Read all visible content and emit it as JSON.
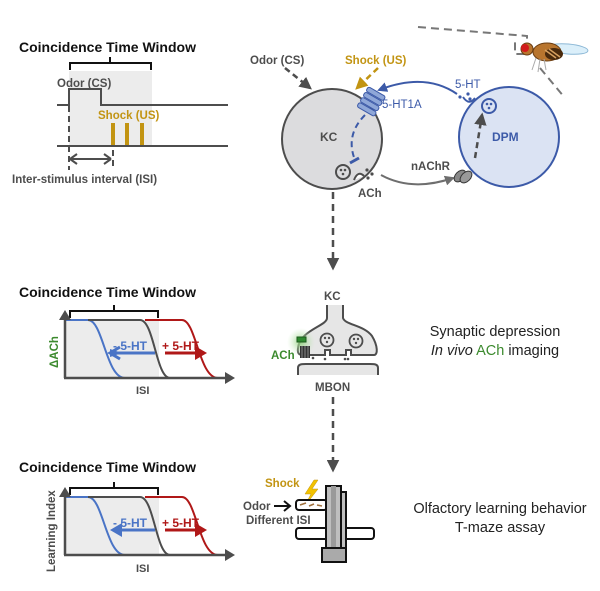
{
  "colors": {
    "gray_dark": "#4d4d4d",
    "gray_fill": "#dcdcde",
    "window_fill": "#ececec",
    "shock_gold": "#c29412",
    "blue": "#3c5aa8",
    "blue_light": "#dbe3f3",
    "blue_curve": "#4a74c6",
    "red": "#b01818",
    "green": "#3c8a2e",
    "black": "#111111"
  },
  "panel_top": {
    "title": "Coincidence Time Window",
    "odor_label": "Odor (CS)",
    "shock_label": "Shock (US)",
    "isi_label": "Inter-stimulus interval (ISI)"
  },
  "circuit": {
    "odor_label": "Odor (CS)",
    "shock_label": "Shock (US)",
    "kc_label": "KC",
    "dpm_label": "DPM",
    "receptor_label": "5-HT1A",
    "serotonin_label": "5-HT",
    "nachr_label": "nAChR",
    "ach_label": "ACh"
  },
  "panel_mid": {
    "title": "Coincidence Time Window",
    "ylabel": "ΔACh",
    "xlabel": "ISI",
    "minus_label": "- 5-HT",
    "plus_label": "+ 5-HT"
  },
  "synapse": {
    "kc_label": "KC",
    "mbon_label": "MBON",
    "ach_label": "ACh"
  },
  "mid_description": {
    "line1": "Synaptic depression",
    "line2_italic": "In vivo",
    "line2_green": "ACh",
    "line2_rest": "imaging"
  },
  "panel_bottom": {
    "title": "Coincidence Time Window",
    "ylabel": "Learning Index",
    "xlabel": "ISI",
    "minus_label": "- 5-HT",
    "plus_label": "+ 5-HT"
  },
  "tmaze": {
    "shock_label": "Shock",
    "odor_label": "Odor",
    "isi_label": "Different ISI"
  },
  "bottom_description": {
    "line1": "Olfactory learning behavior",
    "line2": "T-maze assay"
  }
}
